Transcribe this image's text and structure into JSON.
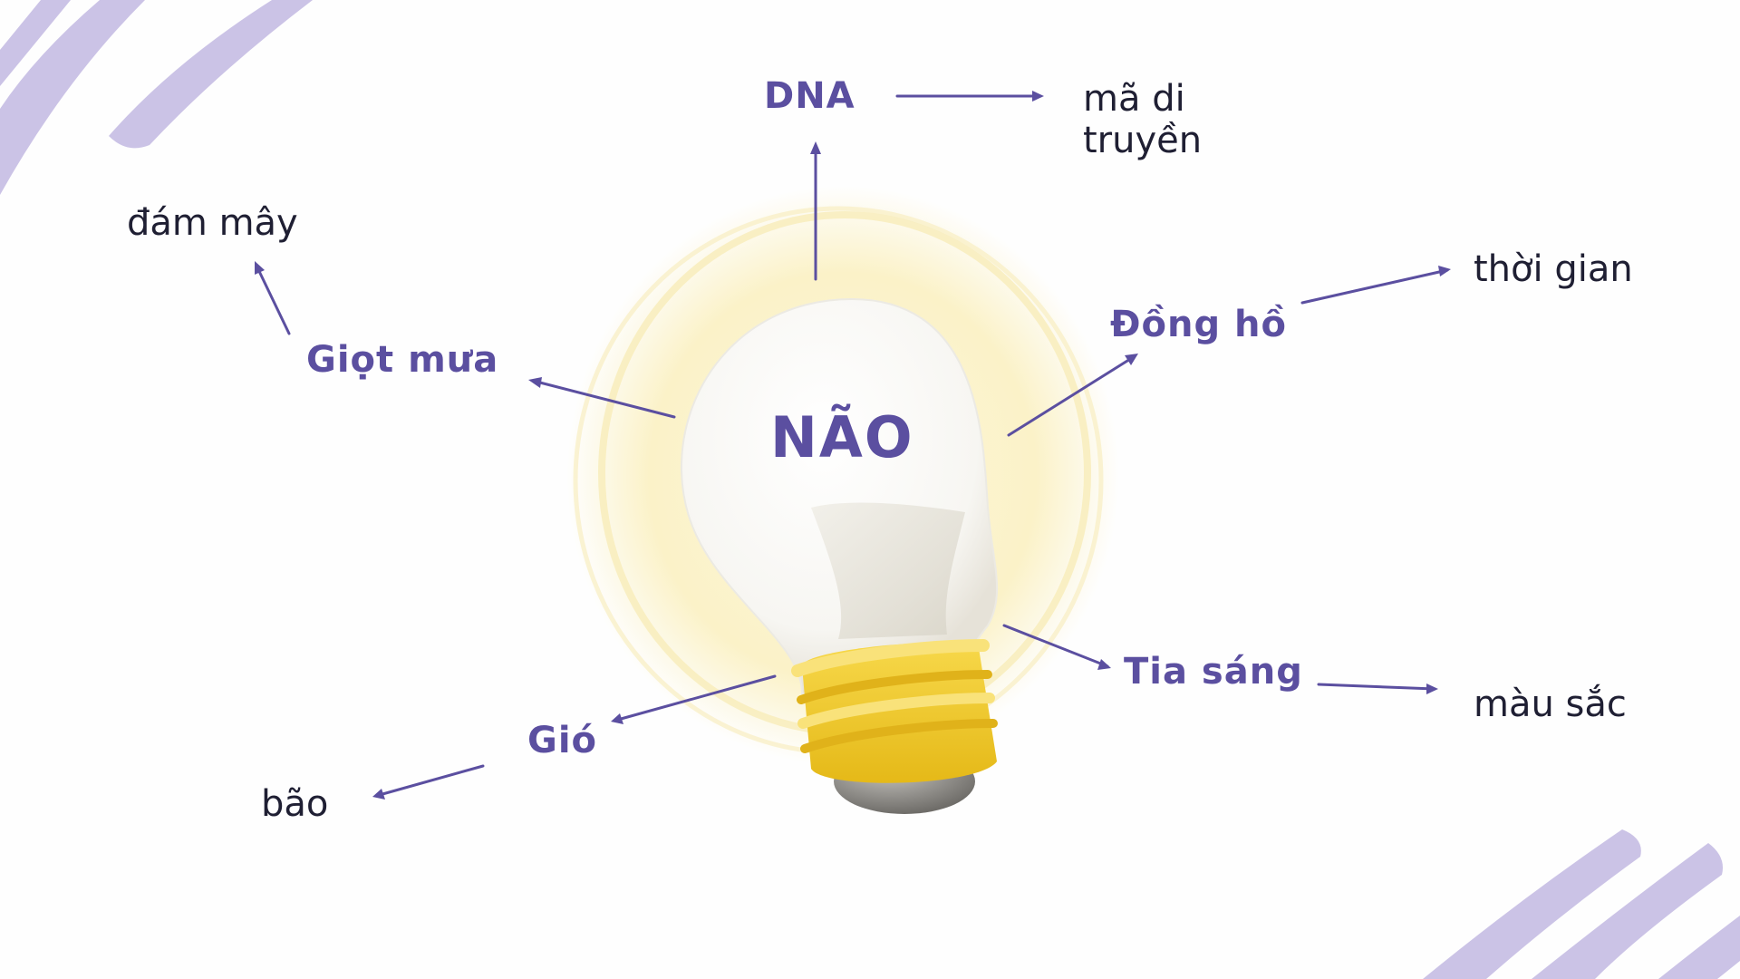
{
  "center": {
    "label": "NÃO"
  },
  "branches": [
    {
      "id": "dna",
      "label": "DNA",
      "child": "mã di truyền",
      "child_lines": [
        "mã di",
        "truyền"
      ]
    },
    {
      "id": "dong-ho",
      "label": "Đồng hồ",
      "child": "thời gian"
    },
    {
      "id": "tia-sang",
      "label": "Tia sáng",
      "child": "màu sắc"
    },
    {
      "id": "gio",
      "label": "Gió",
      "child": "bão"
    },
    {
      "id": "giot-mua",
      "label": "Giọt mưa",
      "child": "đám mây"
    }
  ],
  "colors": {
    "primary_text": "#5b4fa0",
    "secondary_text": "#1f1f33",
    "arrow": "#5b4fa0",
    "glow": "#fbf3cf",
    "bulb_base": "#f3cf34",
    "corner_scribble": "#cbc3e6"
  },
  "icons": {
    "center_graphic": "light-bulb-icon"
  }
}
